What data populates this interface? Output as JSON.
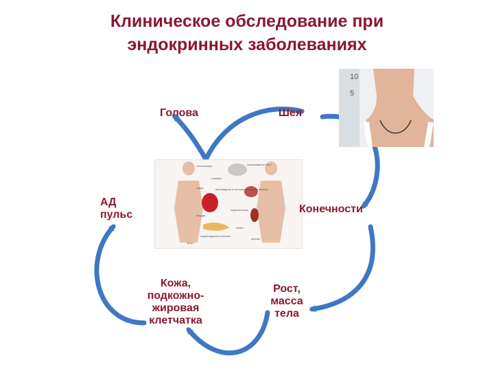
{
  "title": {
    "line1": "Клиническое обследование при",
    "line2": "эндокринных заболеваниях"
  },
  "labels": {
    "head": "Голова",
    "neck": "Шея",
    "bp_line1": "АД",
    "bp_line2": "пульс",
    "limbs": "Конечности",
    "skin_line1": "Кожа,",
    "skin_line2": "подкожно-",
    "skin_line3": "жировая",
    "skin_line4": "клетчатка",
    "growth_line1": "Рост,",
    "growth_line2": "масса",
    "growth_line3": "тела"
  },
  "center_image": {
    "labels": [
      "гипоталамус",
      "шишковидное тело",
      "гипофиз",
      "щитовидная и околощитовидные железы",
      "тимус",
      "сердце",
      "надпочечники",
      "почки",
      "поджелудочная железа",
      "яичник",
      "яичко"
    ]
  },
  "neck_photo": {
    "ruler_marks": [
      "5",
      "10"
    ]
  },
  "colors": {
    "title": "#8a1830",
    "arrow": "#3e78c4"
  }
}
